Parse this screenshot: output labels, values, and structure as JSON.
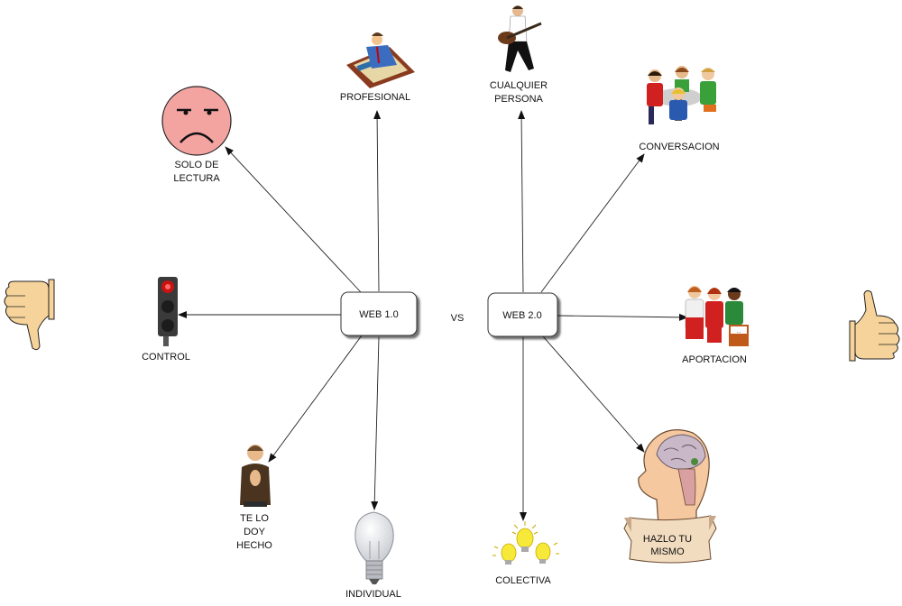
{
  "nodes": {
    "web1": "WEB 1.0",
    "web2": "WEB 2.0",
    "vs": "VS"
  },
  "web1_branches": {
    "profesional": "PROFESIONAL",
    "solo_de_lectura": [
      "SOLO DE",
      "LECTURA"
    ],
    "control": "CONTROL",
    "te_lo_doy_hecho": [
      "TE LO",
      "DOY",
      "HECHO"
    ],
    "individual": "INDIVIDUAL"
  },
  "web2_branches": {
    "cualquier_persona": [
      "CUALQUIER",
      "PERSONA"
    ],
    "conversacion": "CONVERSACION",
    "aportacion": "APORTACION",
    "hazlo_tu_mismo": [
      "HAZLO TU",
      "MISMO"
    ],
    "colectiva": "COLECTIVA"
  },
  "colors": {
    "node_border": "#333333",
    "sad_face": "#f4a4a0",
    "skin": "#f6d39a",
    "traffic_light": "#3a3a3a",
    "red_light": "#cc1111",
    "bulb_yellow": "#f7e93a",
    "scroll": "#f2dcc0"
  },
  "icons": [
    "sad-face-icon",
    "traffic-light-icon",
    "thumbs-down-icon",
    "thumbs-up-icon",
    "person-desk-icon",
    "guitarist-icon",
    "group-table-icon",
    "presenters-icon",
    "brain-head-icon",
    "lightbulb-icon",
    "bulbs-icon",
    "praying-man-icon"
  ]
}
